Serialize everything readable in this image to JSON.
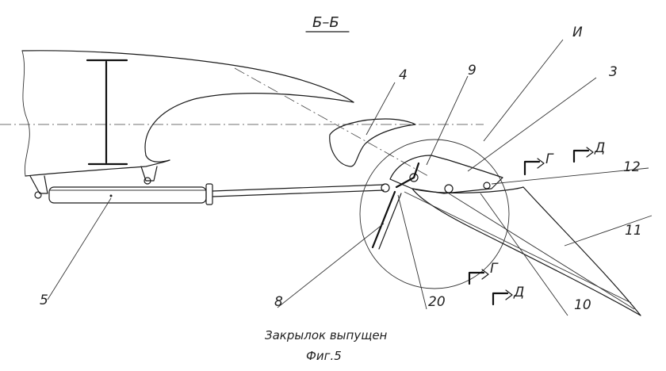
{
  "section_label": "Б–Б",
  "callouts": [
    "И",
    "4",
    "9",
    "3",
    "12",
    "11",
    "5",
    "8",
    "20",
    "10"
  ],
  "view_marks": [
    "Г",
    "Д",
    "Г",
    "Д"
  ],
  "caption": "Закрылок выпущен",
  "figure_label": "Фиг.5"
}
